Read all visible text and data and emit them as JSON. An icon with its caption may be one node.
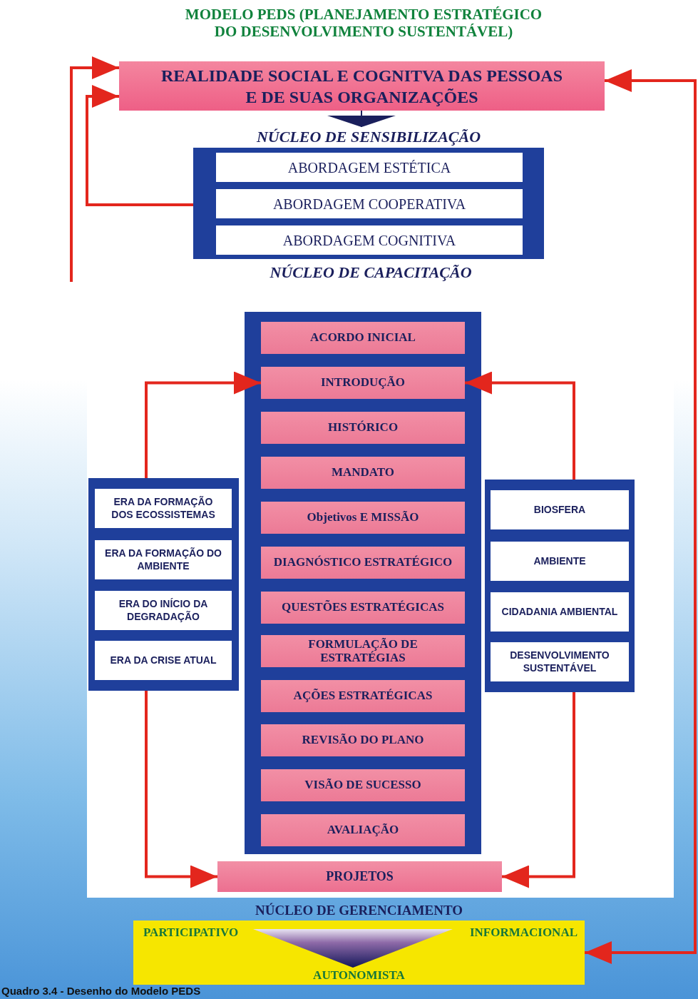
{
  "diagram": {
    "title": "MODELO PEDS (PLANEJAMENTO ESTRATÉGICO DO DESENVOLVIMENTO SUSTENTÁVEL)",
    "caption": "Quadro 3.4 - Desenho do Modelo PEDS",
    "nodes": [
      {
        "text": [
          "REALIDADE SOCIAL E COGNITVA DAS PESSOAS E DE SUAS ORGANIZAÇÕES"
        ]
      },
      {
        "text": [
          "NÚCLEO DE SENSIBILIZAÇÃO"
        ]
      },
      {
        "text": [
          "ABORDAGEM ESTÉTICA"
        ],
        "in": 1
      },
      {
        "text": [
          "ABORDAGEM COOPERATIVA"
        ],
        "in": 1
      },
      {
        "text": [
          "ABORDAGEM COGNITIVA"
        ],
        "in": 1
      },
      {
        "text": [],
        "shape": "box"
      },
      {
        "text": [
          "ACORDO INICIAL"
        ],
        "in": 5
      },
      {
        "text": [
          "INTRODUÇÃO"
        ],
        "in": 5
      },
      {
        "text": [
          "HISTÓRICO"
        ],
        "in": 5
      },
      {
        "text": [
          "MANDATO"
        ],
        "in": 5
      },
      {
        "text": [
          "Objetivos E MISSÃO"
        ],
        "in": 5
      },
      {
        "text": [
          "DIAGNÓSTICO ESTRATÉGICO"
        ],
        "in": 5
      },
      {
        "text": [
          "QUESTÕES ESTRATÉGICAS"
        ],
        "in": 5
      },
      {
        "text": [
          "FORMULAÇÃO DE ESTRATÉGIAS"
        ],
        "in": 5
      },
      {
        "text": [
          "AÇÕES ESTRATÉGICAS"
        ],
        "in": 5
      },
      {
        "text": [
          "REVISÃO DO PLANO"
        ],
        "in": 5
      },
      {
        "text": [
          "VISÃO DE SUCESSO"
        ],
        "in": 5
      },
      {
        "text": [
          "AVALIAÇÃO"
        ],
        "in": 5
      },
      {
        "text": [],
        "shape": "box"
      },
      {
        "text": [
          "ERA DA FORMAÇÃO DOS ECOSSISTEMAS"
        ],
        "in": 18
      },
      {
        "text": [
          "ERA DA FORMAÇÃO DO AMBIENTE"
        ],
        "in": 18
      },
      {
        "text": [
          "ERA DO INÍCIO DA DEGRADAÇÃO"
        ],
        "in": 18
      },
      {
        "text": [
          "ERA DA CRISE ATUAL"
        ],
        "in": 18
      },
      {
        "text": [],
        "shape": "box"
      },
      {
        "text": [
          "BIOSFERA"
        ],
        "in": 23
      },
      {
        "text": [
          "AMBIENTE"
        ],
        "in": 23
      },
      {
        "text": [
          "CIDADANIA AMBIENTAL"
        ],
        "in": 23
      },
      {
        "text": [
          "DESENVOLVIMENTO SUSTENTÁVEL"
        ],
        "in": 23
      },
      {
        "text": [
          "PROJETOS"
        ]
      },
      {
        "text": [
          "NÚCLEO DE GERENCIAMENTO",
          "PARTICIPATIVO",
          "INFORMACIONAL",
          "AUTONOMISTA"
        ]
      }
    ],
    "edges": [
      {
        "from": 0,
        "to": 1,
        "arrow": "to",
        "color": "#1a1f5c"
      },
      {
        "from": 1,
        "to": 0,
        "arrow": "to"
      },
      {
        "from": null,
        "to": 0,
        "arrow": "to"
      },
      {
        "from": 0,
        "to": 29,
        "arrow": "both"
      },
      {
        "from": 18,
        "to": 7,
        "arrow": "to"
      },
      {
        "from": 23,
        "to": 7,
        "arrow": "to"
      },
      {
        "from": 18,
        "to": 28,
        "arrow": "to"
      },
      {
        "from": 23,
        "to": 28,
        "arrow": "to"
      }
    ],
    "labels": [
      "NÚCLEO DE CAPACITAÇÃO"
    ]
  }
}
